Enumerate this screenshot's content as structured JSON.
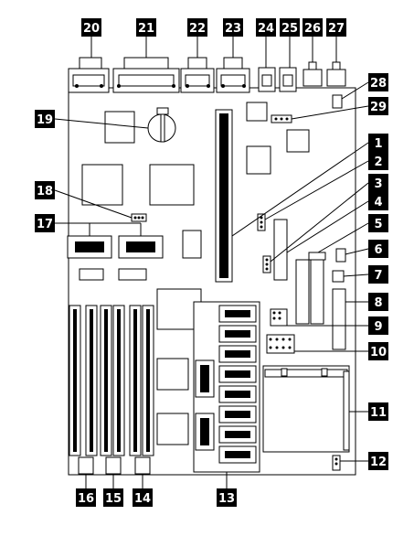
{
  "callouts": [
    "20",
    "21",
    "22",
    "23",
    "24",
    "25",
    "26",
    "27",
    "28",
    "29",
    "19",
    "18",
    "17",
    "1",
    "2",
    "3",
    "4",
    "5",
    "6",
    "7",
    "8",
    "9",
    "10",
    "11",
    "12",
    "13",
    "14",
    "15",
    "16"
  ],
  "colors": {
    "ink": "#000000",
    "paper": "#ffffff"
  }
}
